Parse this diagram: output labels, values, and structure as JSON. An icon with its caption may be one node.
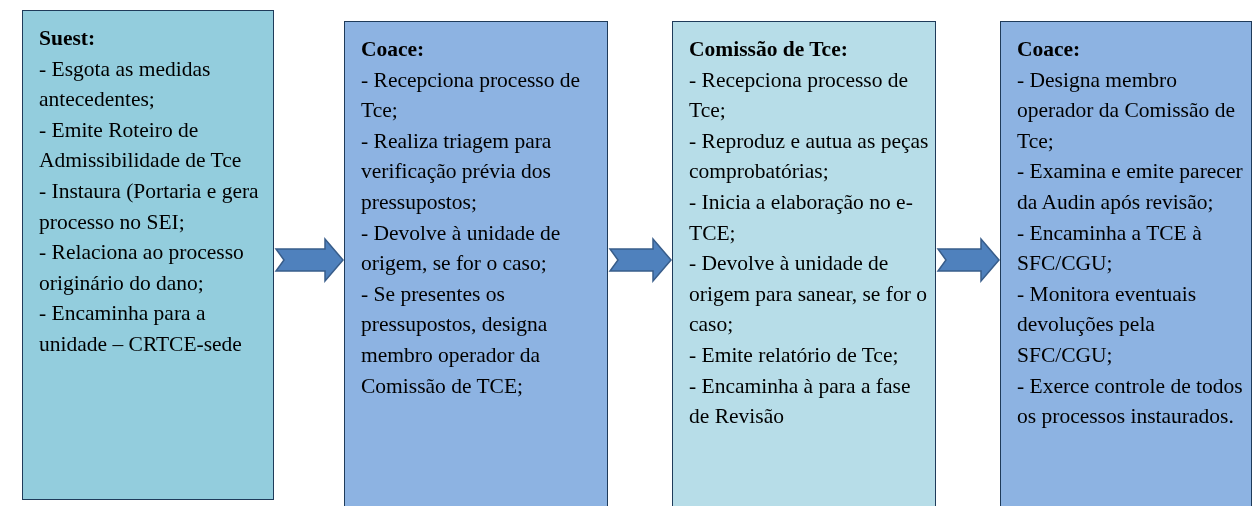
{
  "diagram": {
    "nodes": [
      {
        "text": [
          "Suest:",
          "- Esgota as medidas antecedentes;",
          "- Emite Roteiro de Admissibilidade de Tce",
          "- Instaura (Portaria e gera processo no SEI;",
          "- Relaciona ao processo originário do dano;",
          "- Encaminha para a unidade – CRTCE-sede"
        ]
      },
      {
        "text": [
          "Coace:",
          "- Recepciona processo de Tce;",
          "- Realiza triagem para verificação prévia dos pressupostos;",
          "- Devolve à unidade de origem, se for o caso;",
          "- Se presentes os pressupostos, designa membro operador da Comissão de TCE;"
        ]
      },
      {
        "text": [
          "Comissão de Tce:",
          "- Recepciona processo de Tce;",
          "- Reproduz e autua as peças comprobatórias;",
          "- Inicia a elaboração no e-TCE;",
          "- Devolve à unidade de origem para sanear, se for o caso;",
          "- Emite relatório de Tce;",
          "- Encaminha à para a fase de Revisão"
        ]
      },
      {
        "text": [
          "Coace:",
          "- Designa membro operador da Comissão de Tce;",
          "- Examina e emite parecer da Audin após revisão;",
          "- Encaminha a TCE à SFC/CGU;",
          "- Monitora eventuais devoluções pela SFC/CGU;",
          "- Exerce controle de todos os processos instaurados."
        ]
      }
    ],
    "edges": [
      {
        "from": 0,
        "to": 1,
        "arrow": "to"
      },
      {
        "from": 1,
        "to": 2,
        "arrow": "to"
      },
      {
        "from": 2,
        "to": 3,
        "arrow": "to"
      }
    ]
  }
}
